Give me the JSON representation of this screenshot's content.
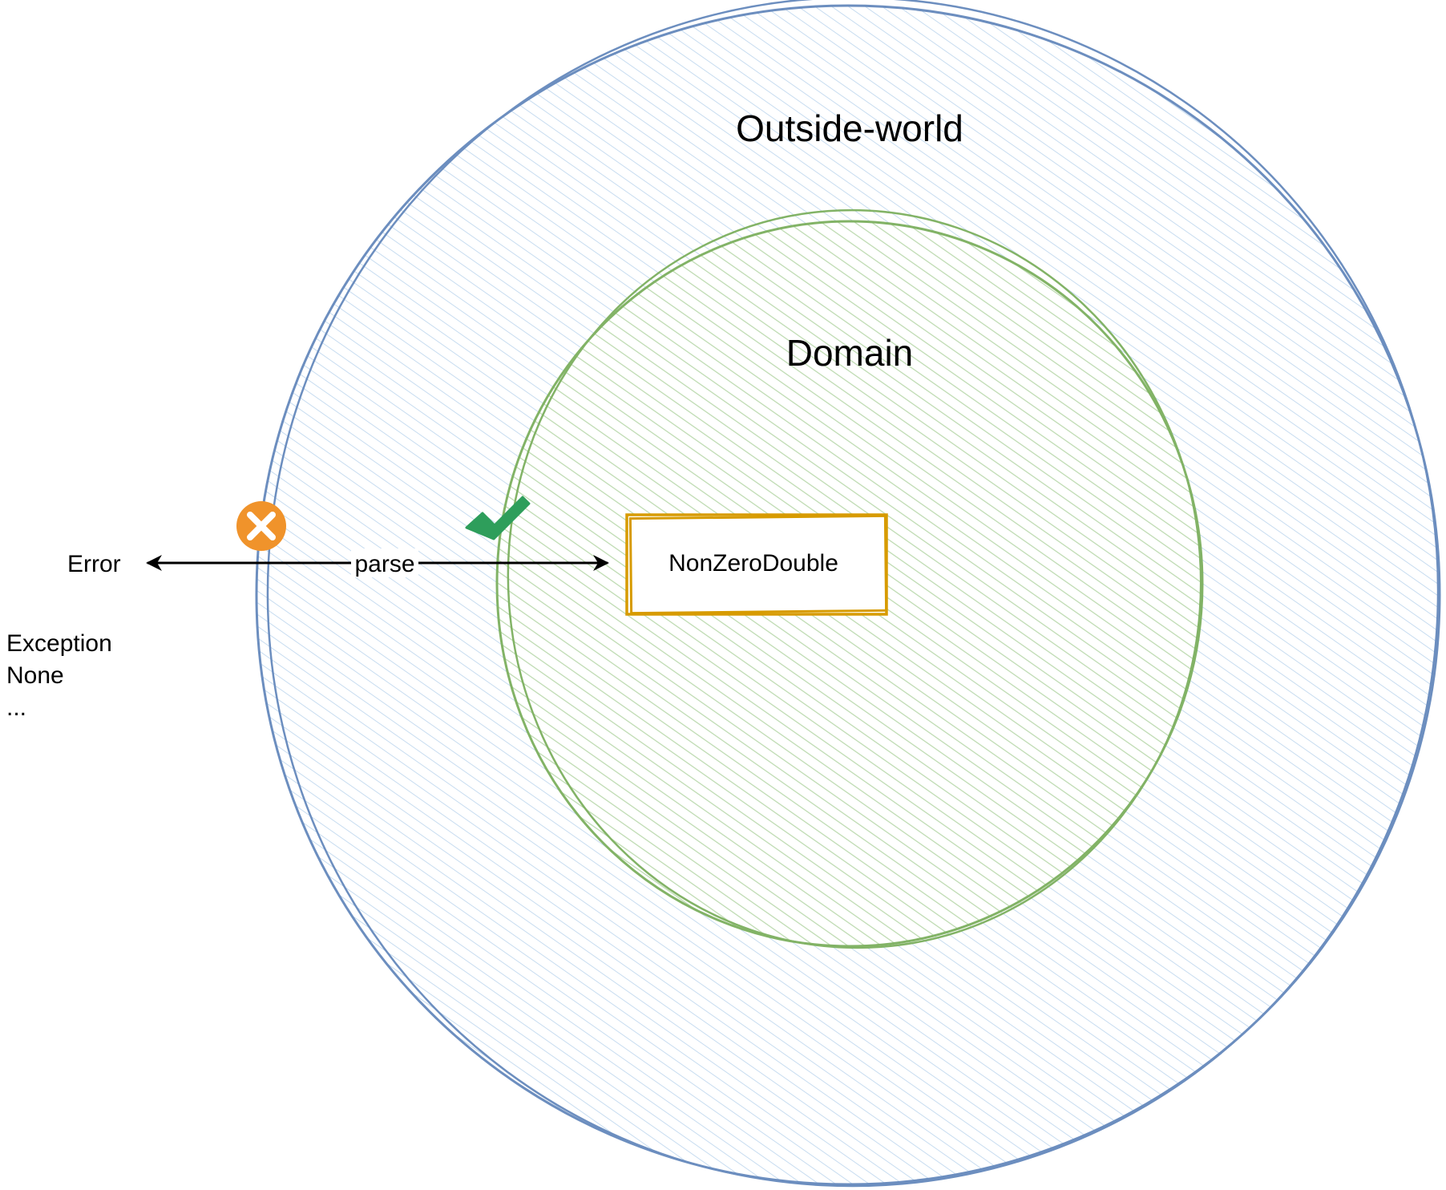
{
  "diagram": {
    "outer_region_label": "Outside-world",
    "inner_region_label": "Domain",
    "type_box_label": "NonZeroDouble",
    "arrow_label": "parse",
    "error_label": "Error",
    "error_kinds": [
      "Exception",
      "None",
      "..."
    ],
    "colors": {
      "outer_stroke": "#6c8ebf",
      "outer_hatch": "#c7dcf0",
      "inner_stroke": "#82b366",
      "inner_hatch": "#c5e0b4",
      "box_stroke": "#d79b00",
      "box_fill": "#ffffff",
      "arrow": "#000000",
      "error_icon": "#f0932b",
      "success_icon": "#2e9e5b"
    },
    "icons": {
      "failure": "close-circle-icon",
      "success": "check-icon"
    }
  }
}
